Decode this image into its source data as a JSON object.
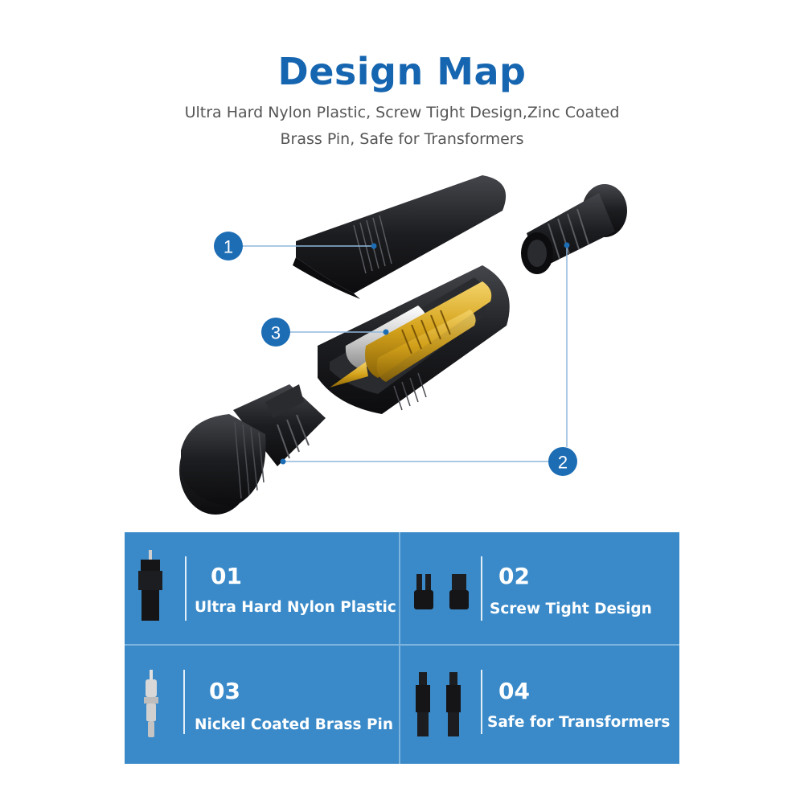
{
  "header": {
    "title": "Design Map",
    "subtitle_line1": "Ultra Hard Nylon Plastic, Screw Tight Design,Zinc Coated",
    "subtitle_line2": "Brass Pin, Safe for Transformers"
  },
  "callouts": [
    {
      "label": "1"
    },
    {
      "label": "2"
    },
    {
      "label": "3"
    }
  ],
  "features": [
    {
      "number": "01",
      "text": "Ultra Hard Nylon Plastic",
      "icon": "plug-body-icon"
    },
    {
      "number": "02",
      "text": "Screw Tight Design",
      "icon": "screw-caps-icon"
    },
    {
      "number": "03",
      "text": "Nickel Coated Brass Pin",
      "icon": "brass-pin-icon"
    },
    {
      "number": "04",
      "text": "Safe for Transformers",
      "icon": "plug-pair-icon"
    }
  ],
  "colors": {
    "title": "#1565b0",
    "callout_circle": "#1d6db5",
    "feature_panel": "#3a8ac9",
    "part_body": "#1c1d20",
    "pin_gold": "#d4a21a",
    "pin_silver": "#d8d8d8"
  }
}
